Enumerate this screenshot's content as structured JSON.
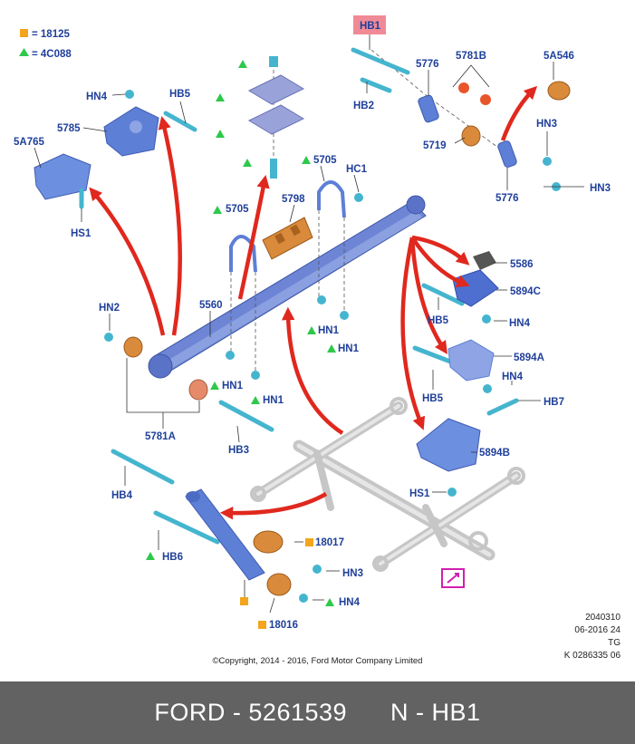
{
  "legend": [
    {
      "symbol": "square",
      "color": "#f2a51d",
      "text": "= 18125"
    },
    {
      "symbol": "triangle",
      "color": "#2ec84a",
      "text": "= 4C088"
    }
  ],
  "parts": {
    "hb1": "HB1",
    "hb2": "HB2",
    "n5776_top": "5776",
    "n5781b": "5781B",
    "n5a546": "5A546",
    "hn3_top": "HN3",
    "n5719": "5719",
    "hn3_right": "HN3",
    "n5776_bottom": "5776",
    "hn4_top": "HN4",
    "hb5_top": "HB5",
    "n5785": "5785",
    "n5a765": "5A765",
    "hs1_top": "HS1",
    "n5705_left": "5705",
    "n5705_right": "5705",
    "hc1": "HC1",
    "n5798": "5798",
    "n5560": "5560",
    "hn2": "HN2",
    "hn1_a": "HN1",
    "hn1_b": "HN1",
    "hn1_c": "HN1",
    "hn1_d": "HN1",
    "n5781a": "5781A",
    "hb3": "HB3",
    "n5586": "5586",
    "n5894c": "5894C",
    "hb5_mid": "HB5",
    "hn4_mid": "HN4",
    "n5894a": "5894A",
    "hb5_low": "HB5",
    "hn4_low": "HN4",
    "hb7": "HB7",
    "n5894b": "5894B",
    "hs1_low": "HS1",
    "hb4": "HB4",
    "hb6": "HB6",
    "n18017": "18017",
    "hn3_low": "HN3",
    "hn4_bottom": "HN4",
    "n18016": "18016"
  },
  "colors": {
    "part_blue": "#5d7fd6",
    "bolt_cyan": "#45b5cf",
    "bushing_orange": "#d98a3a",
    "arrow_red": "#e0281e",
    "highlight_pink": "#f08a96",
    "frame_gray": "#c8c8c8",
    "callout_magenta": "#d21fb0"
  },
  "meta": {
    "code": "2040310",
    "date": "06-2016 24",
    "region": "TG",
    "ref": "K 0286335 06",
    "copyright": "©Copyright, 2014 - 2016, Ford Motor Company Limited"
  },
  "footer": {
    "brand": "FORD",
    "sep": " - ",
    "part_number": "5261539",
    "gap": "      ",
    "code": "N - HB1"
  }
}
